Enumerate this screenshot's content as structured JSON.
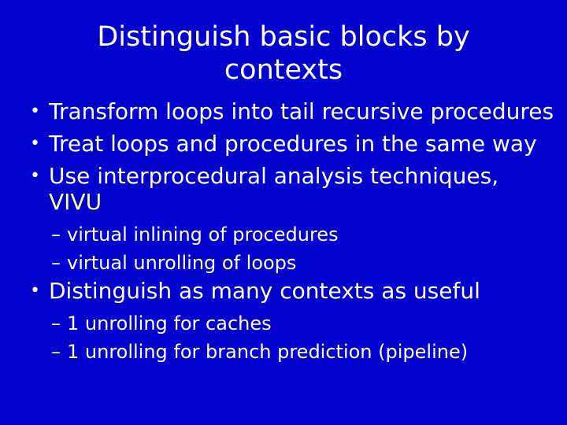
{
  "slide": {
    "title": "Distinguish basic blocks by contexts",
    "colors": {
      "background": "#0101CE",
      "text": "#FFFFFF",
      "highlight": "#FFFF99"
    },
    "bullets": [
      {
        "level": 1,
        "marker": "•",
        "text": "Transform loops into tail recursive procedures"
      },
      {
        "level": 1,
        "marker": "•",
        "text": "Treat loops and procedures in the same way"
      },
      {
        "level": 1,
        "marker": "•",
        "text": "Use interprocedural analysis techniques, ",
        "highlight": "VIVU"
      },
      {
        "level": 2,
        "marker": "–",
        "text": "virtual inlining of procedures"
      },
      {
        "level": 2,
        "marker": "–",
        "text": "virtual unrolling of loops"
      },
      {
        "level": 1,
        "marker": "•",
        "text": "Distinguish as many contexts as useful"
      },
      {
        "level": 2,
        "marker": "–",
        "text": "1 unrolling for caches"
      },
      {
        "level": 2,
        "marker": "–",
        "text": "1 unrolling for branch prediction (pipeline)"
      }
    ]
  }
}
